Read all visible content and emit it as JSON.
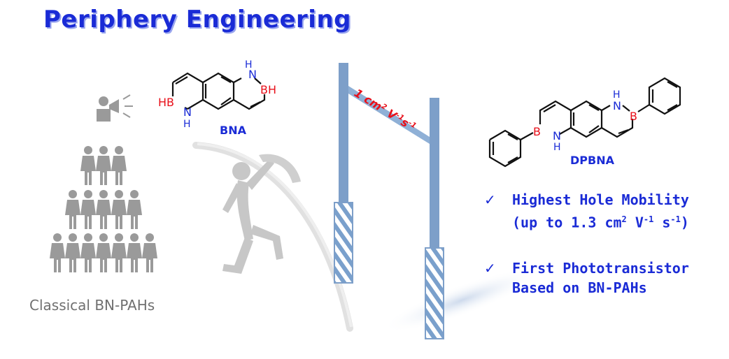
{
  "title": "Periphery Engineering",
  "molecules": {
    "bna": {
      "name": "BNA",
      "atoms": {
        "nh_top": "H",
        "n_top": "N",
        "b_top": "BH",
        "hb_left": "HB",
        "n_bottom": "N",
        "h_bottom": "H"
      }
    },
    "dpbna": {
      "name": "DPBNA",
      "atoms": {
        "h_top": "H",
        "n_top": "N",
        "b_right": "B",
        "b_left": "B",
        "n_bottom": "N",
        "h_bottom": "H"
      }
    }
  },
  "crossbar_label": {
    "value": "1 cm",
    "sup1": "2",
    "mid": " V",
    "sup2": "-1",
    "tail": "s",
    "sup3": "-1"
  },
  "left_caption": "Classical BN-PAHs",
  "bullets": [
    {
      "check": "✓",
      "line1": "Highest Hole Mobility",
      "line2_pre": "(up to 1.3 cm",
      "line2_sup1": "2",
      "line2_mid": " V",
      "line2_sup2": "-1",
      "line2_mid2": " s",
      "line2_sup3": "-1",
      "line2_post": ")"
    },
    {
      "check": "✓",
      "line1": "First Phototransistor",
      "line2": "Based on BN-PAHs"
    }
  ],
  "colors": {
    "accent_blue": "#1a2bd6",
    "boron_red": "#e8101a",
    "nitrogen_blue": "#1a2bd6",
    "people_gray": "#9a9a9a",
    "pole_blue": "#7d9fc9"
  },
  "icons": [
    "megaphone-person-icon",
    "crowd-person-icon",
    "pole-vaulter-icon",
    "high-jump-bar-icon"
  ]
}
